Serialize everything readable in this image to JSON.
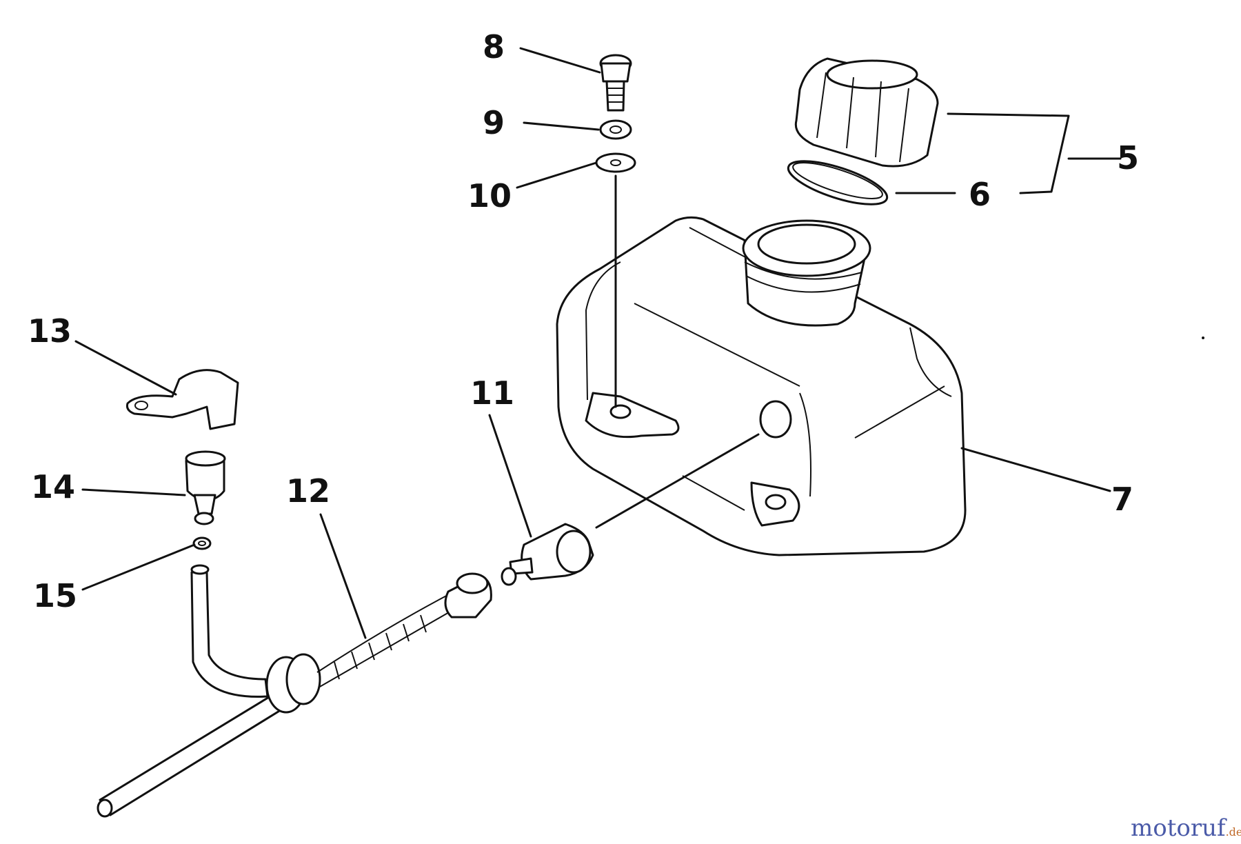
{
  "diagram": {
    "callouts": [
      "5",
      "6",
      "7",
      "8",
      "9",
      "10",
      "11",
      "12",
      "13",
      "14",
      "15"
    ]
  },
  "watermark": {
    "brand_main": "motoruf",
    "brand_suffix": ".de"
  }
}
